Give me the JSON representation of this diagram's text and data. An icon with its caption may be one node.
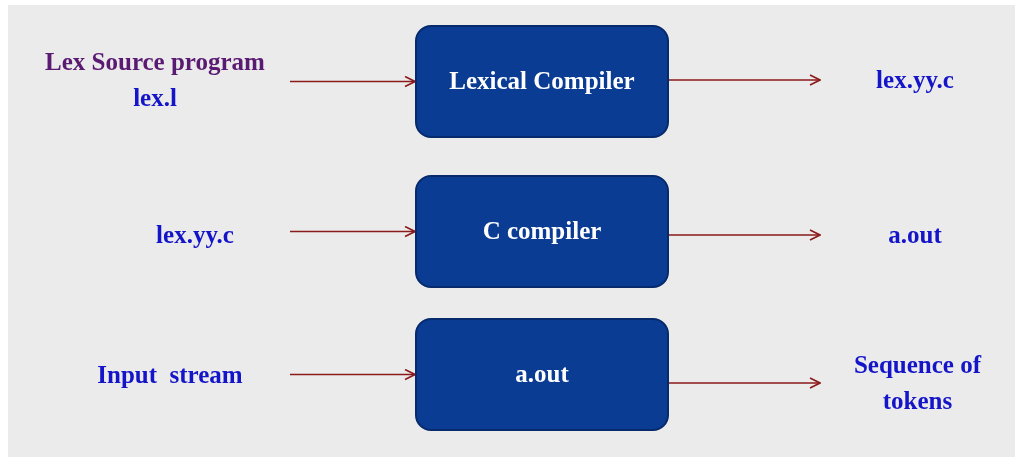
{
  "diagram": {
    "nodes": [
      {
        "text": [
          "Lex Source program",
          "lex.l"
        ]
      },
      {
        "text": [
          "Lexical Compiler"
        ]
      },
      {
        "text": [
          "lex.yy.c"
        ]
      },
      {
        "text": [
          "lex.yy.c"
        ]
      },
      {
        "text": [
          "C compiler"
        ]
      },
      {
        "text": [
          "a.out"
        ]
      },
      {
        "text": [
          "Input  stream"
        ]
      },
      {
        "text": [
          "a.out"
        ]
      },
      {
        "text": [
          "Sequence of tokens"
        ]
      }
    ],
    "edges": [
      {
        "from": 0,
        "to": 1,
        "arrow": "to"
      },
      {
        "from": 1,
        "to": 2,
        "arrow": "to"
      },
      {
        "from": 3,
        "to": 4,
        "arrow": "to"
      },
      {
        "from": 4,
        "to": 5,
        "arrow": "to"
      },
      {
        "from": 6,
        "to": 7,
        "arrow": "to"
      },
      {
        "from": 7,
        "to": 8,
        "arrow": "to"
      }
    ]
  }
}
